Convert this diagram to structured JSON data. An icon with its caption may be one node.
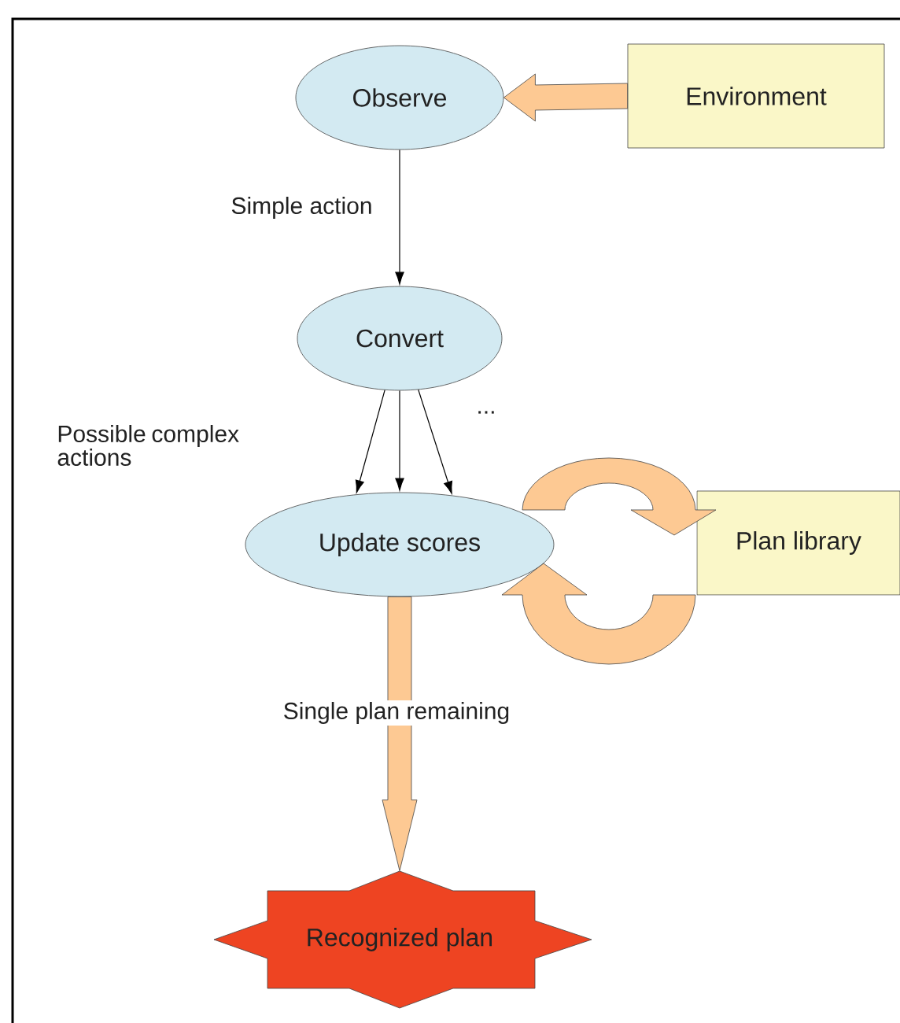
{
  "diagram": {
    "nodes": [
      {
        "text": [
          "Observe"
        ]
      },
      {
        "text": [
          "Environment"
        ]
      },
      {
        "text": [
          "Convert"
        ]
      },
      {
        "text": [
          "Update scores"
        ]
      },
      {
        "text": [
          "Plan library"
        ]
      },
      {
        "text": [
          "Recognized plan"
        ]
      }
    ],
    "edges": [
      {
        "from": 1,
        "to": 0,
        "arrow": "to",
        "style": "thick",
        "color": "#fdc993"
      },
      {
        "from": 0,
        "to": 2,
        "arrow": "to",
        "label": "Simple action"
      },
      {
        "from": 2,
        "to": 3,
        "arrow": "to"
      },
      {
        "from": 2,
        "to": 3,
        "arrow": "to"
      },
      {
        "from": 2,
        "to": 3,
        "arrow": "to"
      },
      {
        "from": 3,
        "to": 4,
        "arrow": "to",
        "style": "thick",
        "color": "#fdc993"
      },
      {
        "from": 4,
        "to": 3,
        "arrow": "to",
        "style": "thick",
        "color": "#fdc993"
      },
      {
        "from": 3,
        "to": 5,
        "arrow": "to",
        "style": "thick",
        "color": "#fdc993",
        "label": "Single plan remaining"
      }
    ],
    "labels": [
      "...",
      "Possible complex actions"
    ]
  }
}
